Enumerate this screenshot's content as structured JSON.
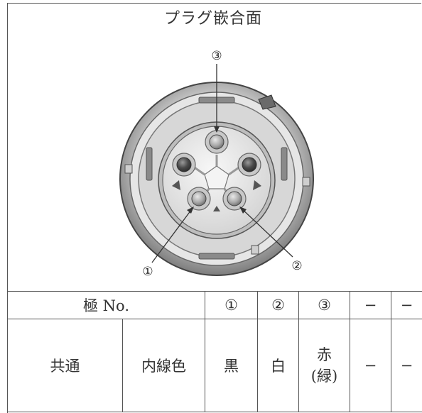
{
  "title": "プラグ嵌合面",
  "callouts": {
    "pin1": "①",
    "pin2": "②",
    "pin3": "③"
  },
  "table": {
    "header": {
      "pole_label": "極 No.",
      "pins": [
        "①",
        "②",
        "③",
        "−",
        "−"
      ]
    },
    "row": {
      "group": "共通",
      "label": "内線色",
      "values": [
        "黒",
        "白",
        "赤",
        "(緑)",
        "−",
        "−"
      ]
    }
  },
  "colors": {
    "line": "#555555",
    "ring_gray": "#8a8a8a",
    "socket_gray": "#b8b8b8"
  }
}
